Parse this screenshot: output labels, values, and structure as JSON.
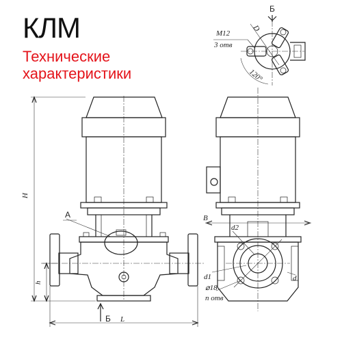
{
  "header": {
    "title": "КЛМ",
    "subtitle_line1": "Технические",
    "subtitle_line2": "характеристики"
  },
  "drawing": {
    "label_A": "А",
    "label_B_section": "Б",
    "label_B_arrow": "Б",
    "label_M12": "M12",
    "label_3otv": "3 отв",
    "label_angle": "120°",
    "label_D": "D",
    "label_H": "H",
    "label_h": "h",
    "label_L": "L",
    "label_B": "B",
    "label_d1": "d1",
    "label_d2": "d2",
    "label_d": "d",
    "label_phi18": "⌀18",
    "label_n_otv": "n отв"
  },
  "colors": {
    "title": "#111111",
    "subtitle": "#e4141b",
    "line": "#222222"
  }
}
